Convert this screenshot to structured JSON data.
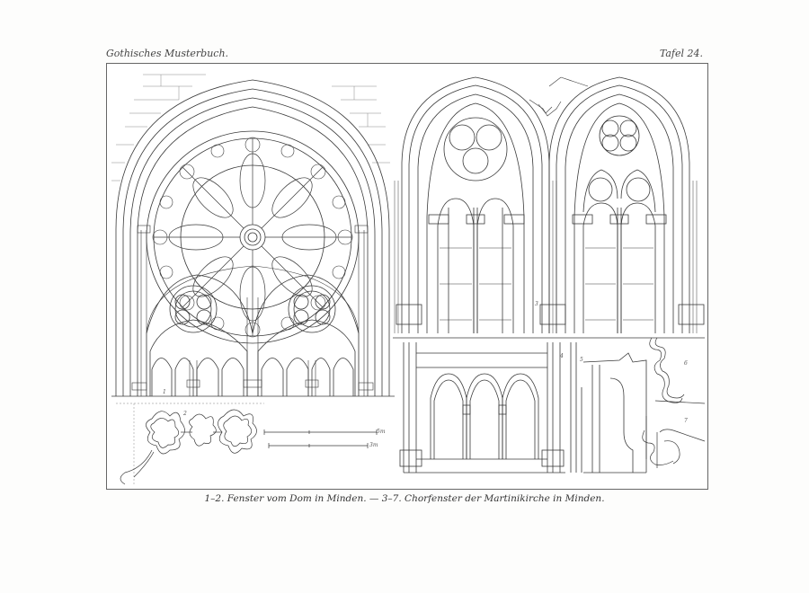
{
  "header": {
    "left_title": "Gothisches Musterbuch.",
    "right_title": "Tafel 24."
  },
  "caption": "1–2. Fenster vom Dom in Minden. — 3–7. Chorfenster der Martinikirche in Minden.",
  "figure_labels": {
    "fig1": "1",
    "fig2": "2",
    "fig3": "3",
    "fig4": "4",
    "fig5": "5",
    "fig6": "6",
    "fig7": "7"
  },
  "scale_labels": {
    "scale1_end": "5m",
    "scale2_end": "3m"
  },
  "colors": {
    "ink": "#3a3a3a",
    "paper": "#ffffff"
  }
}
